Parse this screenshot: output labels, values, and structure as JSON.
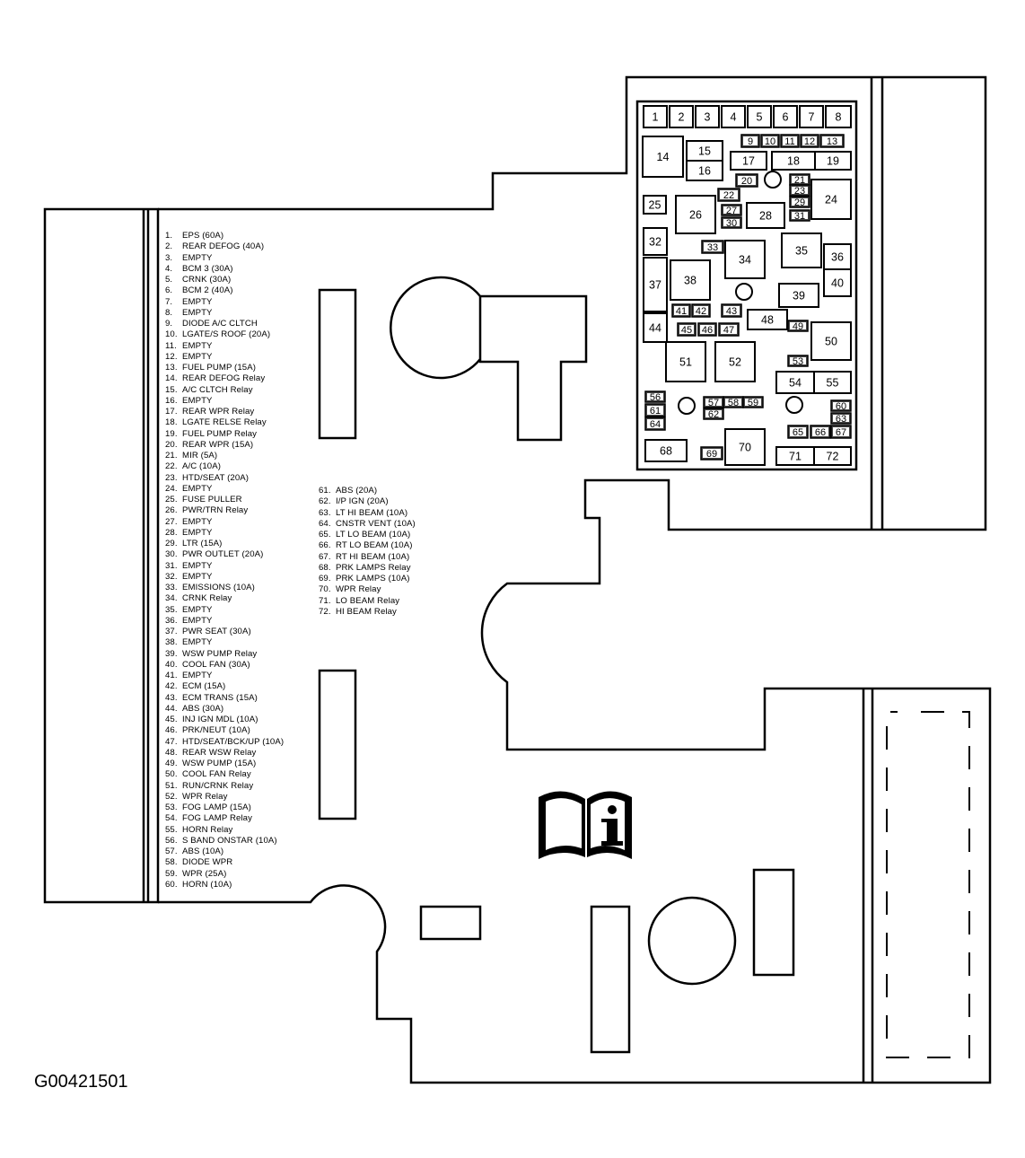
{
  "figure_id": "G00421501",
  "fuses": [
    {
      "n": "1",
      "label": "EPS (60A)"
    },
    {
      "n": "2",
      "label": "REAR DEFOG (40A)"
    },
    {
      "n": "3",
      "label": "EMPTY"
    },
    {
      "n": "4",
      "label": "BCM 3 (30A)"
    },
    {
      "n": "5",
      "label": "CRNK (30A)"
    },
    {
      "n": "6",
      "label": "BCM 2 (40A)"
    },
    {
      "n": "7",
      "label": "EMPTY"
    },
    {
      "n": "8",
      "label": "EMPTY"
    },
    {
      "n": "9",
      "label": "DIODE A/C CLTCH"
    },
    {
      "n": "10",
      "label": "LGATE/S ROOF (20A)"
    },
    {
      "n": "11",
      "label": "EMPTY"
    },
    {
      "n": "12",
      "label": "EMPTY"
    },
    {
      "n": "13",
      "label": "FUEL PUMP (15A)"
    },
    {
      "n": "14",
      "label": "REAR DEFOG Relay"
    },
    {
      "n": "15",
      "label": "A/C CLTCH Relay"
    },
    {
      "n": "16",
      "label": "EMPTY"
    },
    {
      "n": "17",
      "label": "REAR WPR Relay"
    },
    {
      "n": "18",
      "label": "LGATE RELSE Relay"
    },
    {
      "n": "19",
      "label": "FUEL PUMP Relay"
    },
    {
      "n": "20",
      "label": "REAR WPR (15A)"
    },
    {
      "n": "21",
      "label": "MIR (5A)"
    },
    {
      "n": "22",
      "label": "A/C (10A)"
    },
    {
      "n": "23",
      "label": "HTD/SEAT (20A)"
    },
    {
      "n": "24",
      "label": "EMPTY"
    },
    {
      "n": "25",
      "label": "FUSE PULLER"
    },
    {
      "n": "26",
      "label": "PWR/TRN Relay"
    },
    {
      "n": "27",
      "label": "EMPTY"
    },
    {
      "n": "28",
      "label": "EMPTY"
    },
    {
      "n": "29",
      "label": "LTR (15A)"
    },
    {
      "n": "30",
      "label": "PWR OUTLET (20A)"
    },
    {
      "n": "31",
      "label": "EMPTY"
    },
    {
      "n": "32",
      "label": "EMPTY"
    },
    {
      "n": "33",
      "label": "EMISSIONS (10A)"
    },
    {
      "n": "34",
      "label": "CRNK Relay"
    },
    {
      "n": "35",
      "label": "EMPTY"
    },
    {
      "n": "36",
      "label": "EMPTY"
    },
    {
      "n": "37",
      "label": "PWR SEAT (30A)"
    },
    {
      "n": "38",
      "label": "EMPTY"
    },
    {
      "n": "39",
      "label": "WSW PUMP Relay"
    },
    {
      "n": "40",
      "label": "COOL FAN (30A)"
    },
    {
      "n": "41",
      "label": "EMPTY"
    },
    {
      "n": "42",
      "label": "ECM (15A)"
    },
    {
      "n": "43",
      "label": "ECM TRANS (15A)"
    },
    {
      "n": "44",
      "label": "ABS (30A)"
    },
    {
      "n": "45",
      "label": "INJ IGN MDL (10A)"
    },
    {
      "n": "46",
      "label": "PRK/NEUT (10A)"
    },
    {
      "n": "47",
      "label": "HTD/SEAT/BCK/UP (10A)"
    },
    {
      "n": "48",
      "label": "REAR WSW Relay"
    },
    {
      "n": "49",
      "label": "WSW PUMP (15A)"
    },
    {
      "n": "50",
      "label": "COOL FAN Relay"
    },
    {
      "n": "51",
      "label": "RUN/CRNK Relay"
    },
    {
      "n": "52",
      "label": "WPR Relay"
    },
    {
      "n": "53",
      "label": "FOG LAMP (15A)"
    },
    {
      "n": "54",
      "label": "FOG LAMP Relay"
    },
    {
      "n": "55",
      "label": "HORN Relay"
    },
    {
      "n": "56",
      "label": "S BAND ONSTAR (10A)"
    },
    {
      "n": "57",
      "label": "ABS (10A)"
    },
    {
      "n": "58",
      "label": "DIODE WPR"
    },
    {
      "n": "59",
      "label": "WPR (25A)"
    },
    {
      "n": "60",
      "label": "HORN (10A)"
    },
    {
      "n": "61",
      "label": "ABS (20A)"
    },
    {
      "n": "62",
      "label": "I/P IGN (20A)"
    },
    {
      "n": "63",
      "label": "LT HI BEAM (10A)"
    },
    {
      "n": "64",
      "label": "CNSTR VENT (10A)"
    },
    {
      "n": "65",
      "label": "LT LO BEAM (10A)"
    },
    {
      "n": "66",
      "label": "RT LO BEAM (10A)"
    },
    {
      "n": "67",
      "label": "RT HI BEAM (10A)"
    },
    {
      "n": "68",
      "label": "PRK LAMPS Relay"
    },
    {
      "n": "69",
      "label": "PRK LAMPS (10A)"
    },
    {
      "n": "70",
      "label": "WPR Relay"
    },
    {
      "n": "71",
      "label": "LO BEAM Relay"
    },
    {
      "n": "72",
      "label": "HI BEAM Relay"
    }
  ]
}
